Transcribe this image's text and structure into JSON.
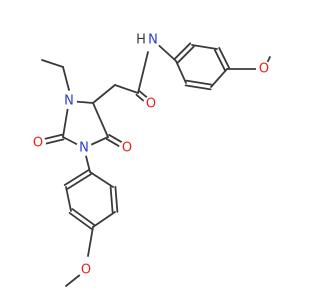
{
  "colors": {
    "carbon_bond": "#3a3a3a",
    "oxygen": "#e8231c",
    "nitrogen": "#2b3bd6",
    "hydrogen": "#3a3a3a"
  },
  "atoms": {
    "n_amide": "N",
    "h_amide": "H",
    "o_amide": "O",
    "o_methoxy_right": "O",
    "n_ring_top": "N",
    "n_ring_bottom": "N",
    "o_ring_left": "O",
    "o_ring_right": "O",
    "o_methoxy_bottom": "O"
  }
}
